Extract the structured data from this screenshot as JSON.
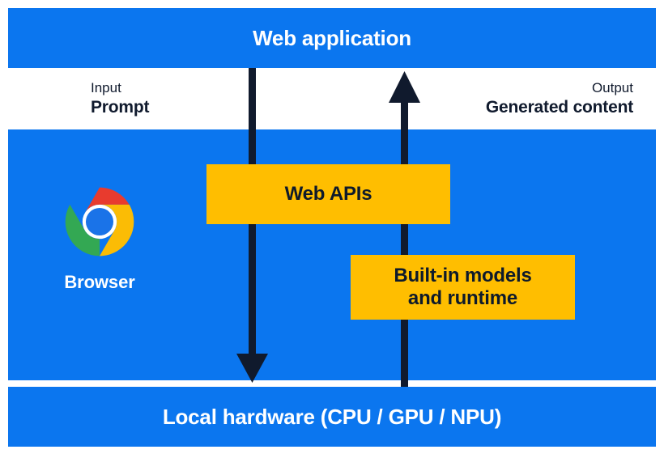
{
  "diagram": {
    "title_band": {
      "label": "Web application"
    },
    "middle_band": {
      "browser": {
        "logo_icon": "chrome-logo-icon",
        "label": "Browser"
      },
      "boxes": [
        {
          "id": "web-apis",
          "label": "Web APIs"
        },
        {
          "id": "built-in-models",
          "line1": "Built-in models",
          "line2": "and runtime"
        }
      ]
    },
    "bottom_band": {
      "label": "Local hardware (CPU / GPU / NPU)"
    },
    "flows": [
      {
        "id": "input",
        "kind": "Input",
        "value": "Prompt",
        "direction": "down",
        "arrow_icon": "arrow-down-icon"
      },
      {
        "id": "output",
        "kind": "Output",
        "value": "Generated content",
        "direction": "up",
        "arrow_icon": "arrow-up-icon"
      }
    ],
    "colors": {
      "blue": "#0b76ef",
      "amber": "#ffbe00",
      "arrow": "#101a2d",
      "text_on_blue": "#ffffff",
      "text_on_amber": "#0e1a2b",
      "background": "#ffffff",
      "chrome_red": "#e83b2e",
      "chrome_yellow": "#fbbc05",
      "chrome_green": "#33a853",
      "chrome_blue": "#1a73e8"
    }
  }
}
